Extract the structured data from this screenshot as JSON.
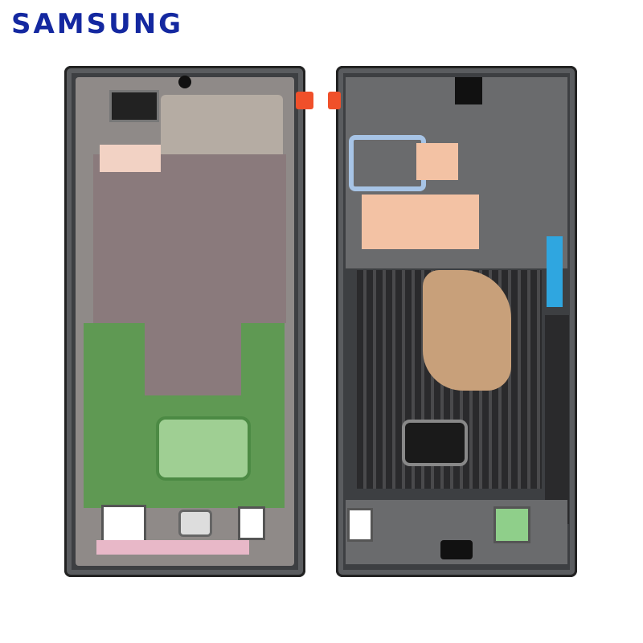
{
  "brand": {
    "logo_text": "SAMSUNG",
    "color": "#1428a0"
  },
  "product": {
    "views": [
      "front",
      "back"
    ],
    "colors": {
      "frame": "#3d3f42",
      "copper_shield": "#b5a89b",
      "green_film": "#4caf50",
      "heat_pipe": "#c8a07a",
      "blue_tab": "#2fa6e0",
      "orange_tab": "#f0502a",
      "peach_pad": "#f3c2a4"
    }
  }
}
